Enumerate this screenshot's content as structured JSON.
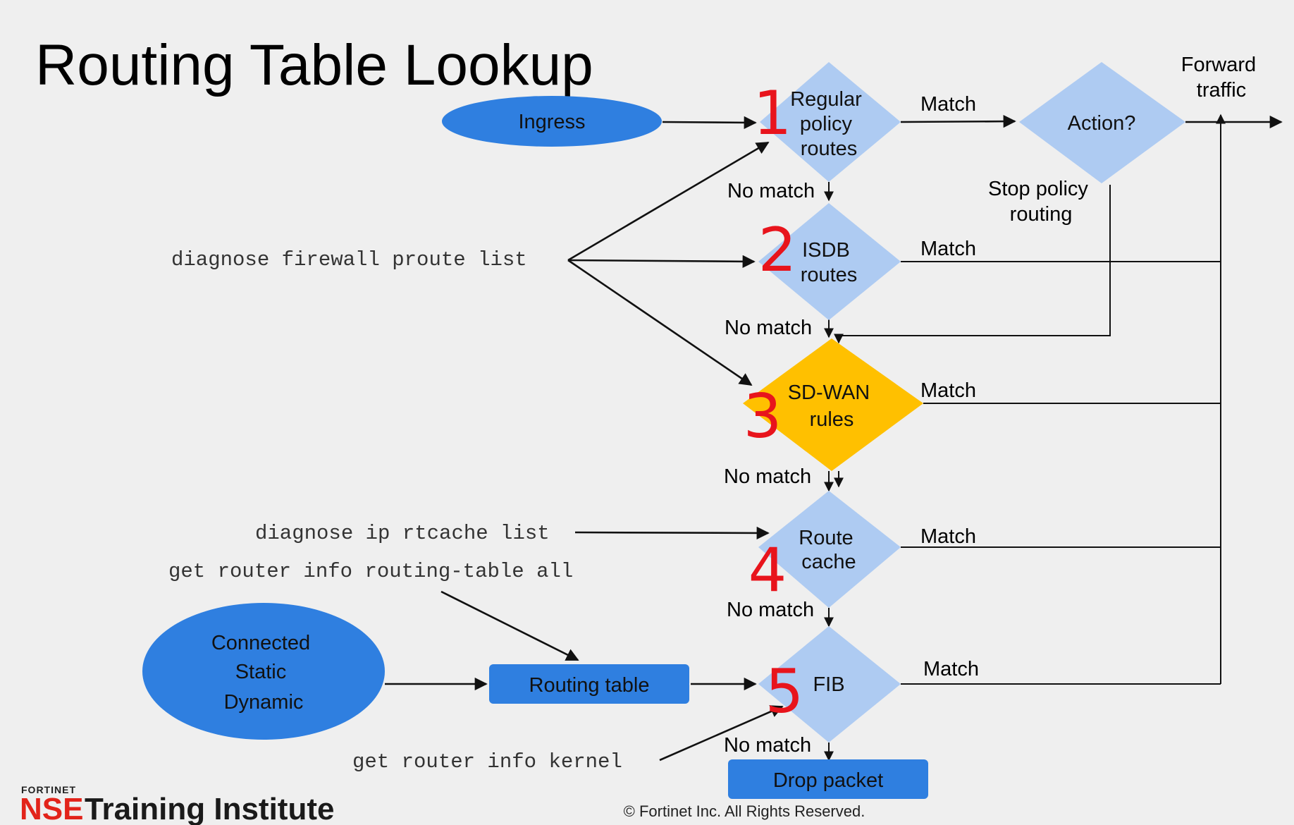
{
  "title": "Routing Table Lookup",
  "nodes": {
    "ingress": "Ingress",
    "policy_routes": [
      "Regular",
      "policy",
      "routes"
    ],
    "action": "Action?",
    "isdb": [
      "ISDB",
      "routes"
    ],
    "sdwan": [
      "SD-WAN",
      "rules"
    ],
    "route_cache": [
      "Route",
      "cache"
    ],
    "fib": "FIB",
    "routing_table": "Routing table",
    "sources": [
      "Connected",
      "Static",
      "Dynamic"
    ],
    "drop_packet": "Drop packet"
  },
  "labels": {
    "forward_traffic": [
      "Forward",
      "traffic"
    ],
    "stop_policy_routing": [
      "Stop policy",
      "routing"
    ],
    "match": "Match",
    "no_match": "No match"
  },
  "commands": {
    "proute": "diagnose firewall proute list",
    "rtcache": "diagnose ip rtcache list",
    "routing_table": "get router info routing-table all",
    "kernel": "get router info kernel"
  },
  "step_numbers": [
    "1",
    "2",
    "3",
    "4",
    "5"
  ],
  "footer": {
    "copyright": "© Fortinet Inc. All Rights Reserved.",
    "logo_brand": "FORTINET",
    "logo_nse": "NSE",
    "logo_training": "Training Institute"
  },
  "colors": {
    "background": "#efefef",
    "light_blue": "#aecbf2",
    "dark_blue": "#2f7fe0",
    "sdwan_orange": "#ffc000",
    "annotation_red": "#e8141c"
  }
}
